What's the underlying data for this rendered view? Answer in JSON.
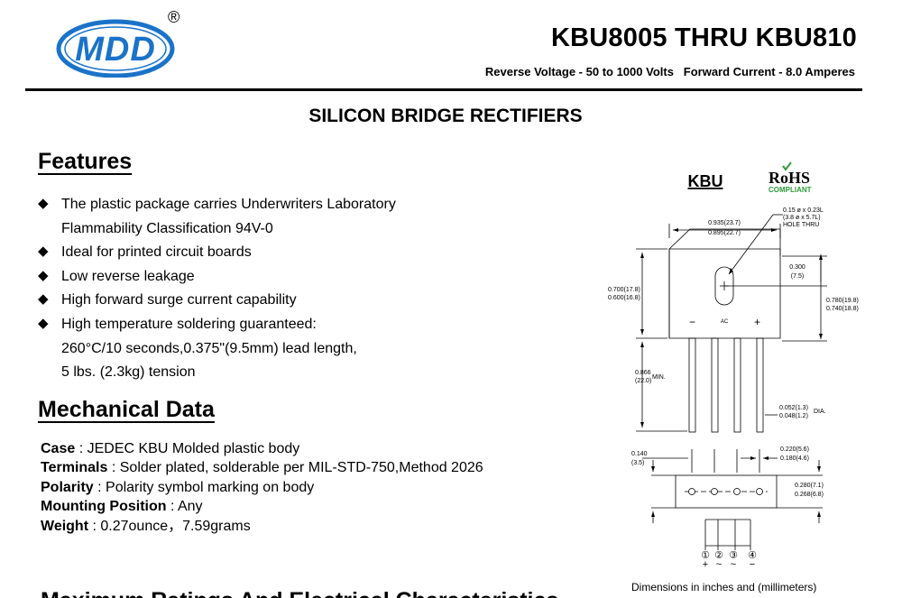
{
  "header": {
    "logo_text": "MDD",
    "registered": "®",
    "part_title": "KBU8005 THRU KBU810",
    "subline": "Reverse Voltage - 50 to 1000 Volts   Forward Current - 8.0 Amperes"
  },
  "main_title": "SILICON BRIDGE RECTIFIERS",
  "features": {
    "heading": "Features",
    "items": [
      [
        "The plastic package carries Underwriters Laboratory",
        "Flammability Classification 94V-0"
      ],
      [
        "Ideal for printed circuit boards"
      ],
      [
        "Low reverse leakage"
      ],
      [
        "High forward surge current capability"
      ],
      [
        "High temperature soldering guaranteed:",
        "260°C/10 seconds,0.375\"(9.5mm) lead length,",
        "5 lbs. (2.3kg) tension"
      ]
    ]
  },
  "mechanical": {
    "heading": "Mechanical Data",
    "rows": [
      {
        "label": "Case",
        "sep": " : ",
        "value": "JEDEC KBU Molded plastic body"
      },
      {
        "label": "Terminals",
        "sep": " : ",
        "value": "Solder plated, solderable per MIL-STD-750,Method 2026"
      },
      {
        "label": "Polarity",
        "sep": " : ",
        "value": "Polarity symbol  marking on body"
      },
      {
        "label": "Mounting Position",
        "sep": " : ",
        "value": "Any"
      },
      {
        "label": "Weight",
        "sep": " : ",
        "value": "0.27ounce，7.59grams"
      }
    ]
  },
  "diagram": {
    "package_label": "KBU",
    "rohs_label": "RoHS",
    "rohs_sub": "COMPLIANT",
    "hole_dim_1": "0.15 ø x 0.23L",
    "hole_dim_2": "(3.8 ø x 5.7L)",
    "hole_note": "HOLE THRU",
    "width_top": "0.935(23.7)",
    "width_bot": "0.895(22.7)",
    "hole_off_top": "0.300",
    "hole_off_bot": "(7.5)",
    "height_left_top": "0.700(17.8)",
    "height_left_bot": "0.600(16.8)",
    "height_right_top": "0.780(19.8)",
    "height_right_bot": "0.740(18.8)",
    "ac_mark": "AC",
    "minus_mark": "−",
    "plus_mark": "+",
    "lead_len_top": "0.866",
    "lead_len_bot": "(22.0)",
    "lead_len_note": "MIN.",
    "dia_top": "0.052(1.3)",
    "dia_bot": "0.048(1.2)",
    "dia_note": "DIA.",
    "pitch_top": "0.140",
    "pitch_bot": "(3.5)",
    "span_top": "0.220(5.6)",
    "span_bot": "0.180(4.6)",
    "thick_top": "0.280(7.1)",
    "thick_bot": "0.268(6.8)",
    "pin1": "①",
    "pin2": "②",
    "pin3": "③",
    "pin4": "④",
    "pin1_sign": "+",
    "pin2_sign": "~",
    "pin3_sign": "~",
    "pin4_sign": "−",
    "note": "Dimensions in inches and (millimeters)"
  },
  "next_heading": "Maximum Ratings And Electrical Characteristics"
}
